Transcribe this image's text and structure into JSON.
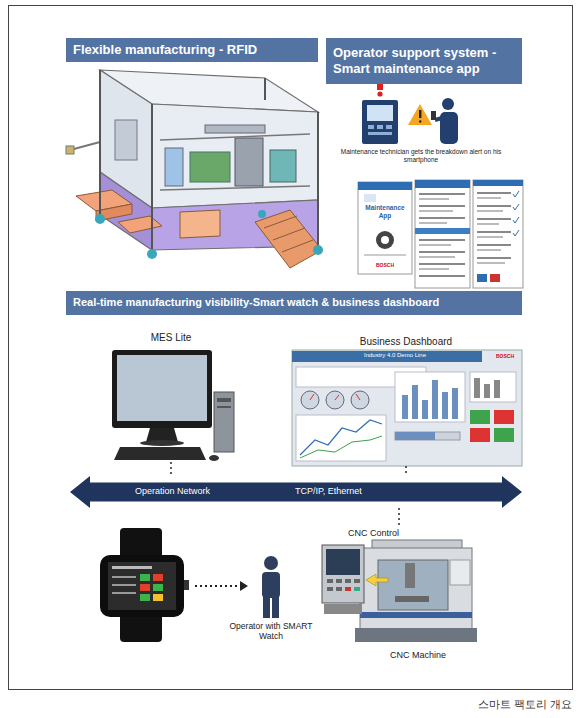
{
  "diagram": {
    "caption": "스마트 팩토리 개요",
    "nodes": [
      {
        "text": [
          "Flexible manufacturing - RFID"
        ]
      },
      {
        "text": [
          "Operator support system - Smart maintenance app"
        ]
      },
      {
        "text": [
          "Real-time manufacturing visibility-Smart watch & business dashboard"
        ]
      },
      {
        "text": [
          "MES Lite"
        ]
      },
      {
        "text": [
          "Business Dashboard",
          "Industry 4.0 Demo Line"
        ]
      },
      {
        "text": [
          "Operation Network",
          "TCP/IP, Ethernet"
        ]
      },
      {
        "text": [
          "Operator with SMART Watch"
        ]
      },
      {
        "text": [
          "CNC Control",
          "CNC Machine"
        ]
      }
    ],
    "edges": [
      {
        "from": 3,
        "to": 5,
        "arrow": "none"
      },
      {
        "from": 4,
        "to": 5,
        "arrow": "none"
      },
      {
        "from": 5,
        "to": 7,
        "arrow": "none"
      }
    ],
    "labels": [
      "Maintenance technician gets the breakdown alert on his smartphone",
      "Maintenance App",
      "BOSCH",
      "BOSCH"
    ]
  }
}
